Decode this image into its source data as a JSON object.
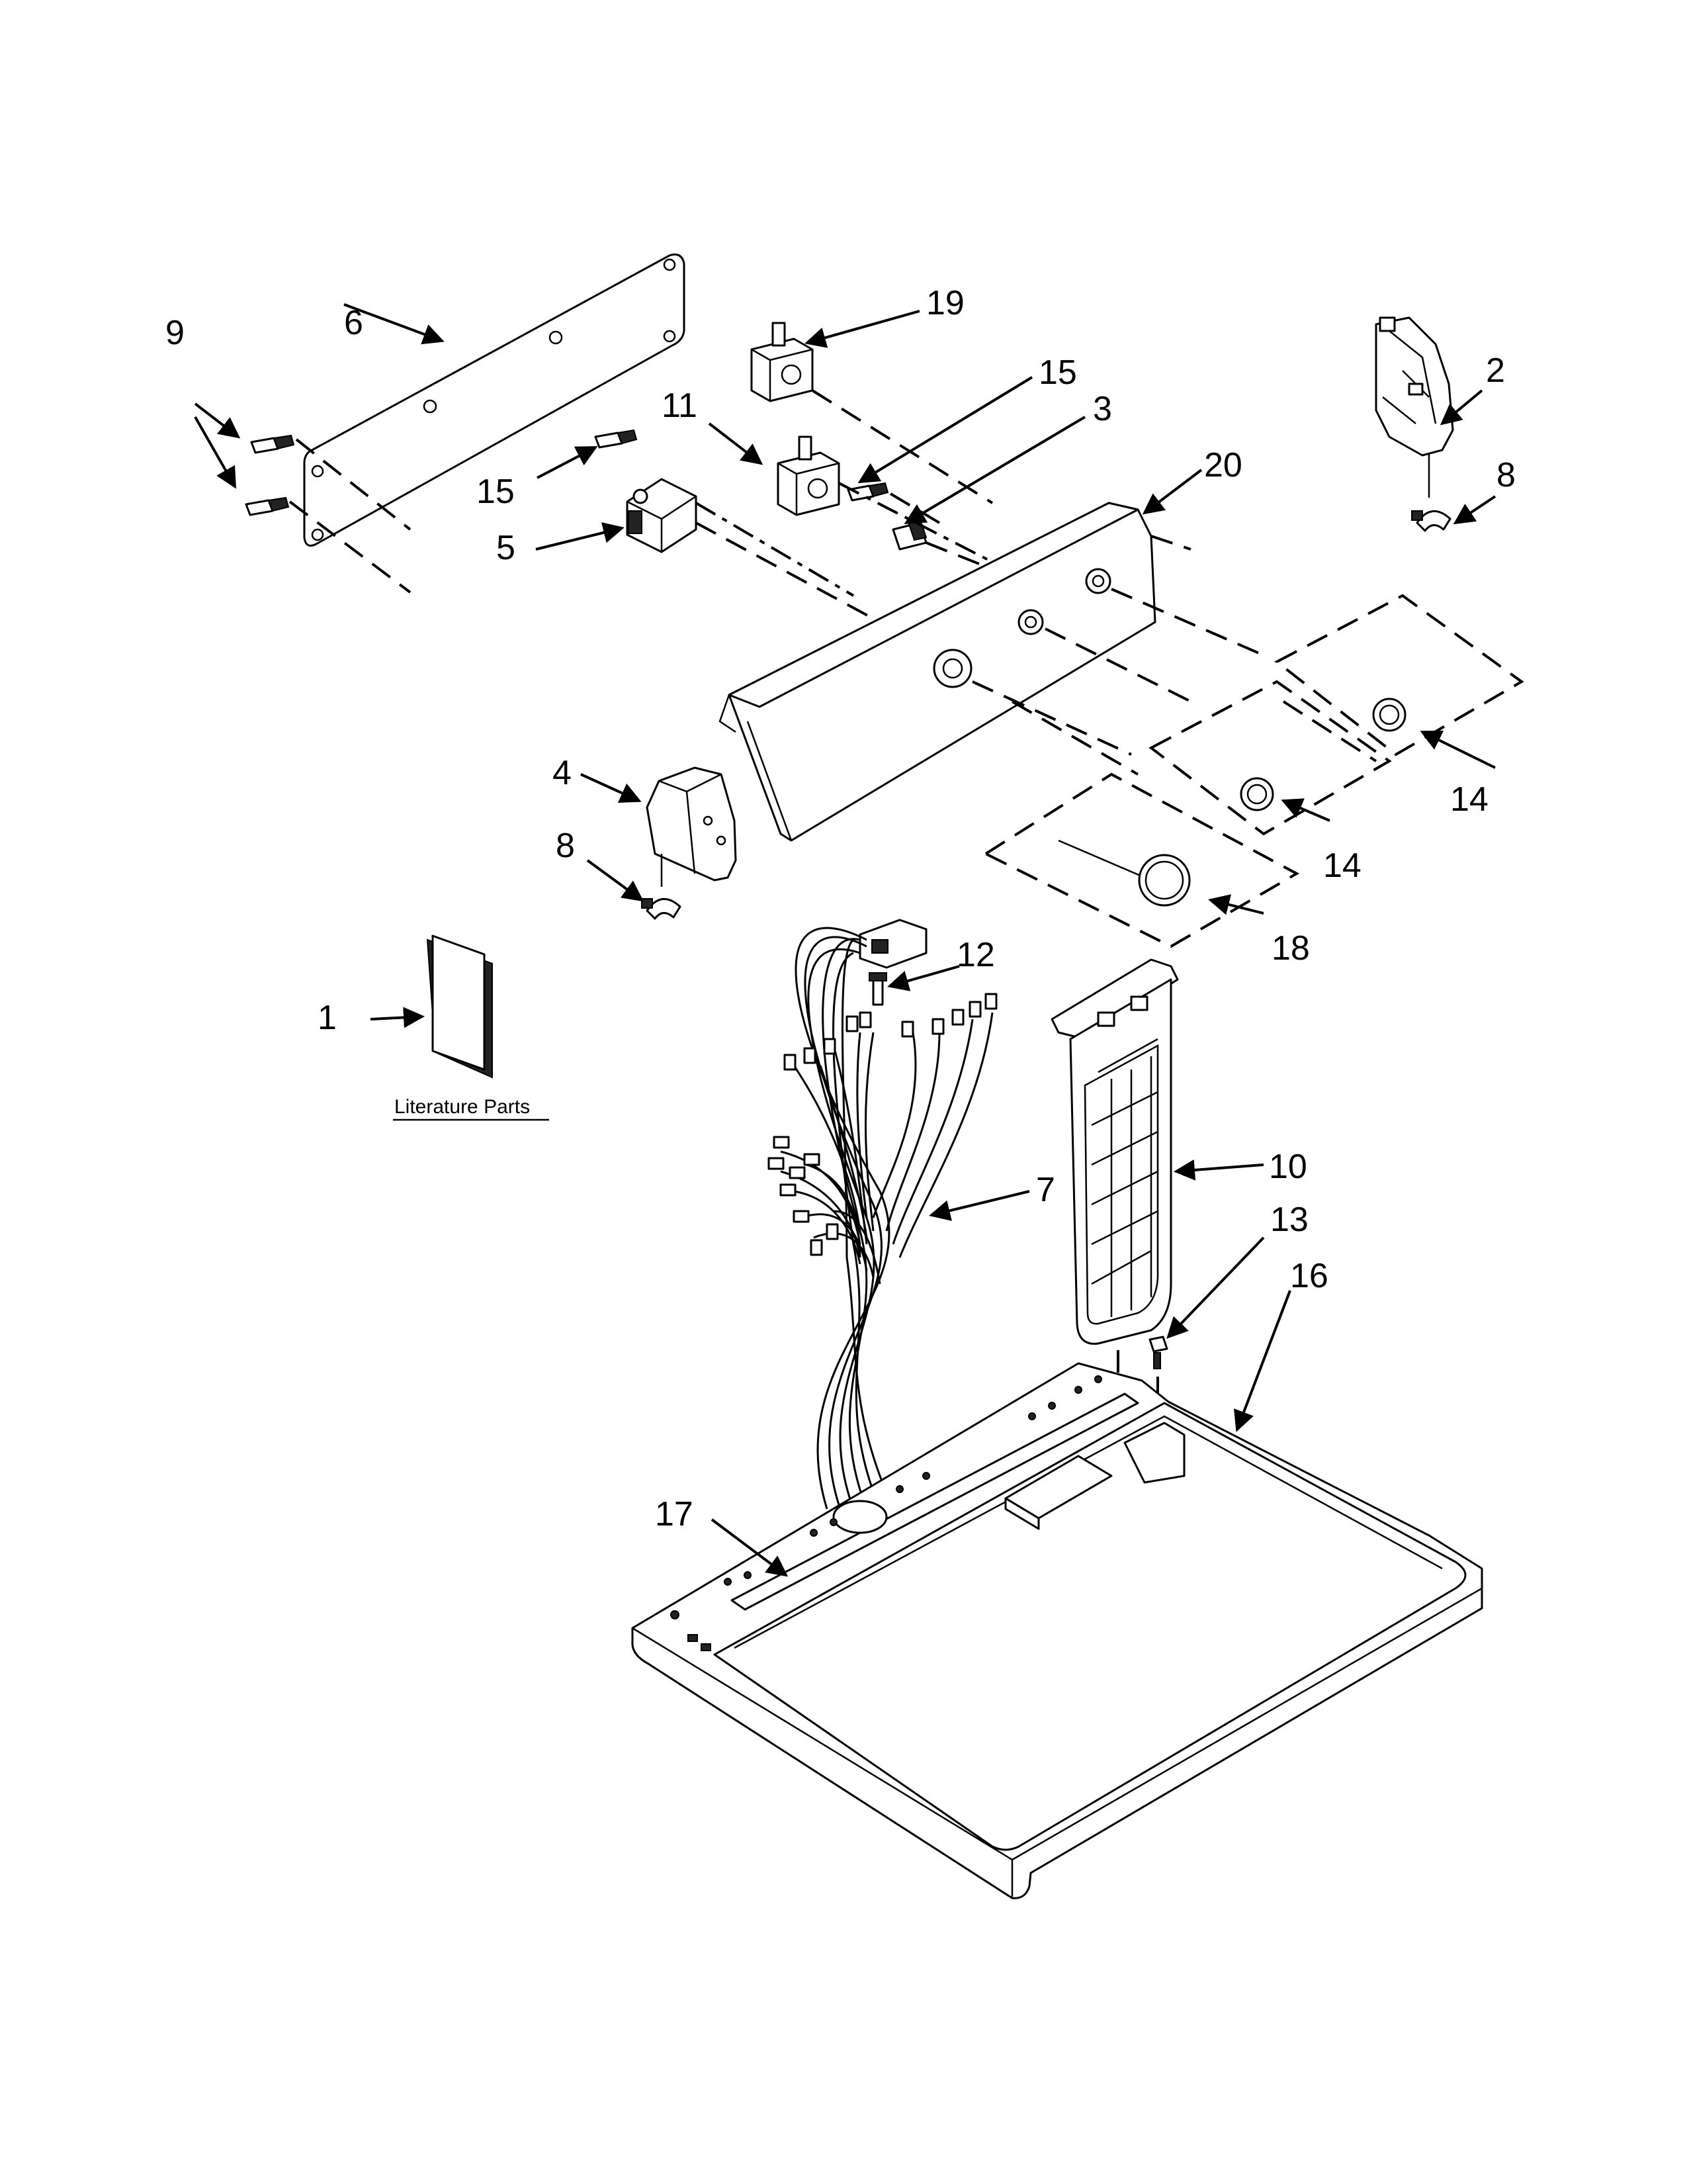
{
  "callouts": {
    "c1": "1",
    "c2": "2",
    "c3": "3",
    "c4": "4",
    "c5": "5",
    "c6": "6",
    "c7": "7",
    "c8a": "8",
    "c8b": "8",
    "c9": "9",
    "c10": "10",
    "c11": "11",
    "c12": "12",
    "c13": "13",
    "c14a": "14",
    "c14b": "14",
    "c15a": "15",
    "c15b": "15",
    "c16": "16",
    "c17": "17",
    "c18": "18",
    "c19": "19",
    "c20": "20"
  },
  "literature_label": "Literature Parts"
}
